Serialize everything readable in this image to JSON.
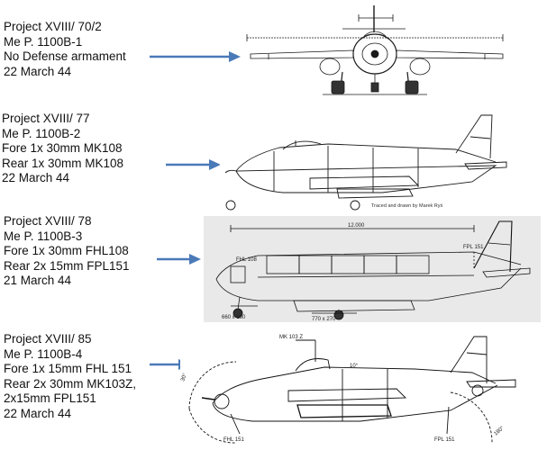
{
  "projects": [
    {
      "lines": [
        "Project XVIII/ 70/2",
        "Me P. 1100B-1",
        "No Defense armament",
        "22 March 44"
      ]
    },
    {
      "lines": [
        "Project XVIII/ 77",
        "Me P. 1100B-2",
        "Fore 1x 30mm MK108",
        "Rear 1x 30mm MK108",
        "22 March 44"
      ]
    },
    {
      "lines": [
        "Project XVIII/ 78",
        "Me P. 1100B-3",
        "Fore 1x 30mm FHL108",
        "Rear 2x 15mm FPL151",
        "21 March 44"
      ]
    },
    {
      "lines": [
        "Project XVIII/ 85",
        "Me P. 1100B-4",
        "Fore 1x 15mm FHL 151",
        "Rear 2x 30mm MK103Z,",
        "2x15mm FPL151",
        "22 March 44"
      ]
    }
  ],
  "drawing_labels": {
    "credit": "Traced and drawn by Marek Ryś",
    "dims_b3": [
      "12.000",
      "FPL 151",
      "FHL 108",
      "660 x 160",
      "770 x 270"
    ],
    "dims_b4": [
      "MK 103 Z",
      "10°",
      "FHL 151",
      "FPL 151",
      "30°",
      "180°"
    ]
  },
  "colors": {
    "arrow": "#4a7ab8",
    "text": "#111111",
    "line": "#1a1a1a"
  }
}
